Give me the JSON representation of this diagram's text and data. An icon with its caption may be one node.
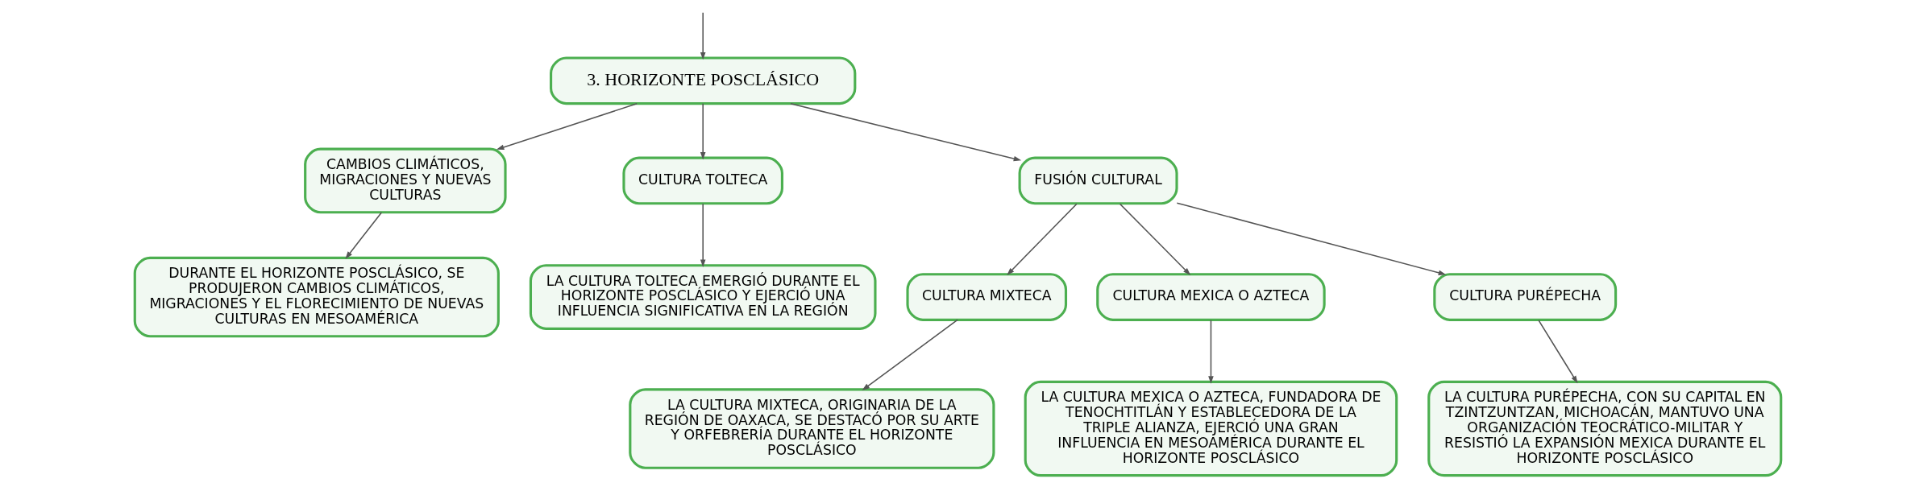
{
  "diagram": {
    "nodes": [
      {
        "text": [
          "3. HORIZONTE POSCLÁSICO"
        ]
      },
      {
        "text": [
          "CAMBIOS CLIMÁTICOS, MIGRACIONES Y NUEVAS CULTURAS"
        ]
      },
      {
        "text": [
          "DURANTE EL HORIZONTE POSCLÁSICO, SE PRODUJERON CAMBIOS CLIMÁTICOS, MIGRACIONES Y EL FLORECIMIENTO DE NUEVAS CULTURAS EN MESOAMÉRICA"
        ]
      },
      {
        "text": [
          "CULTURA TOLTECA"
        ]
      },
      {
        "text": [
          "LA CULTURA TOLTECA EMERGIÓ DURANTE EL HORIZONTE POSCLÁSICO Y EJERCIÓ UNA INFLUENCIA SIGNIFICATIVA EN LA REGIÓN"
        ]
      },
      {
        "text": [
          "FUSIÓN CULTURAL"
        ]
      },
      {
        "text": [
          "CULTURA MIXTECA"
        ]
      },
      {
        "text": [
          "LA CULTURA MIXTECA, ORIGINARIA DE LA REGIÓN DE OAXACA, SE DESTACÓ POR SU ARTE Y ORFEBRERÍA DURANTE EL HORIZONTE POSCLÁSICO"
        ]
      },
      {
        "text": [
          "CULTURA MEXICA O AZTECA"
        ]
      },
      {
        "text": [
          "LA CULTURA MEXICA O AZTECA, FUNDADORA DE TENOCHTITLÁN Y ESTABLECEDORA DE LA TRIPLE ALIANZA, EJERCIÓ UNA GRAN INFLUENCIA EN MESOAMÉRICA DURANTE EL HORIZONTE POSCLÁSICO"
        ]
      },
      {
        "text": [
          "CULTURA PURÉPECHA"
        ]
      },
      {
        "text": [
          "LA CULTURA PURÉPECHA, CON SU CAPITAL EN TZINTZUNTZAN, MICHOACÁN, MANTUVO UNA ORGANIZACIÓN TEOCRÁTICO-MILITAR Y RESISTIÓ LA EXPANSIÓN MEXICA DURANTE EL HORIZONTE POSCLÁSICO"
        ]
      }
    ],
    "edges": [
      {
        "from": null,
        "to": 0,
        "arrow": "to"
      },
      {
        "from": 0,
        "to": 1,
        "arrow": "to"
      },
      {
        "from": 1,
        "to": 2,
        "arrow": "to"
      },
      {
        "from": 0,
        "to": 3,
        "arrow": "to"
      },
      {
        "from": 3,
        "to": 4,
        "arrow": "to"
      },
      {
        "from": 0,
        "to": 5,
        "arrow": "to"
      },
      {
        "from": 5,
        "to": 6,
        "arrow": "to"
      },
      {
        "from": 6,
        "to": 7,
        "arrow": "to"
      },
      {
        "from": 5,
        "to": 8,
        "arrow": "to"
      },
      {
        "from": 8,
        "to": 9,
        "arrow": "to"
      },
      {
        "from": 5,
        "to": 10,
        "arrow": "to"
      },
      {
        "from": 10,
        "to": 11,
        "arrow": "to"
      }
    ]
  }
}
